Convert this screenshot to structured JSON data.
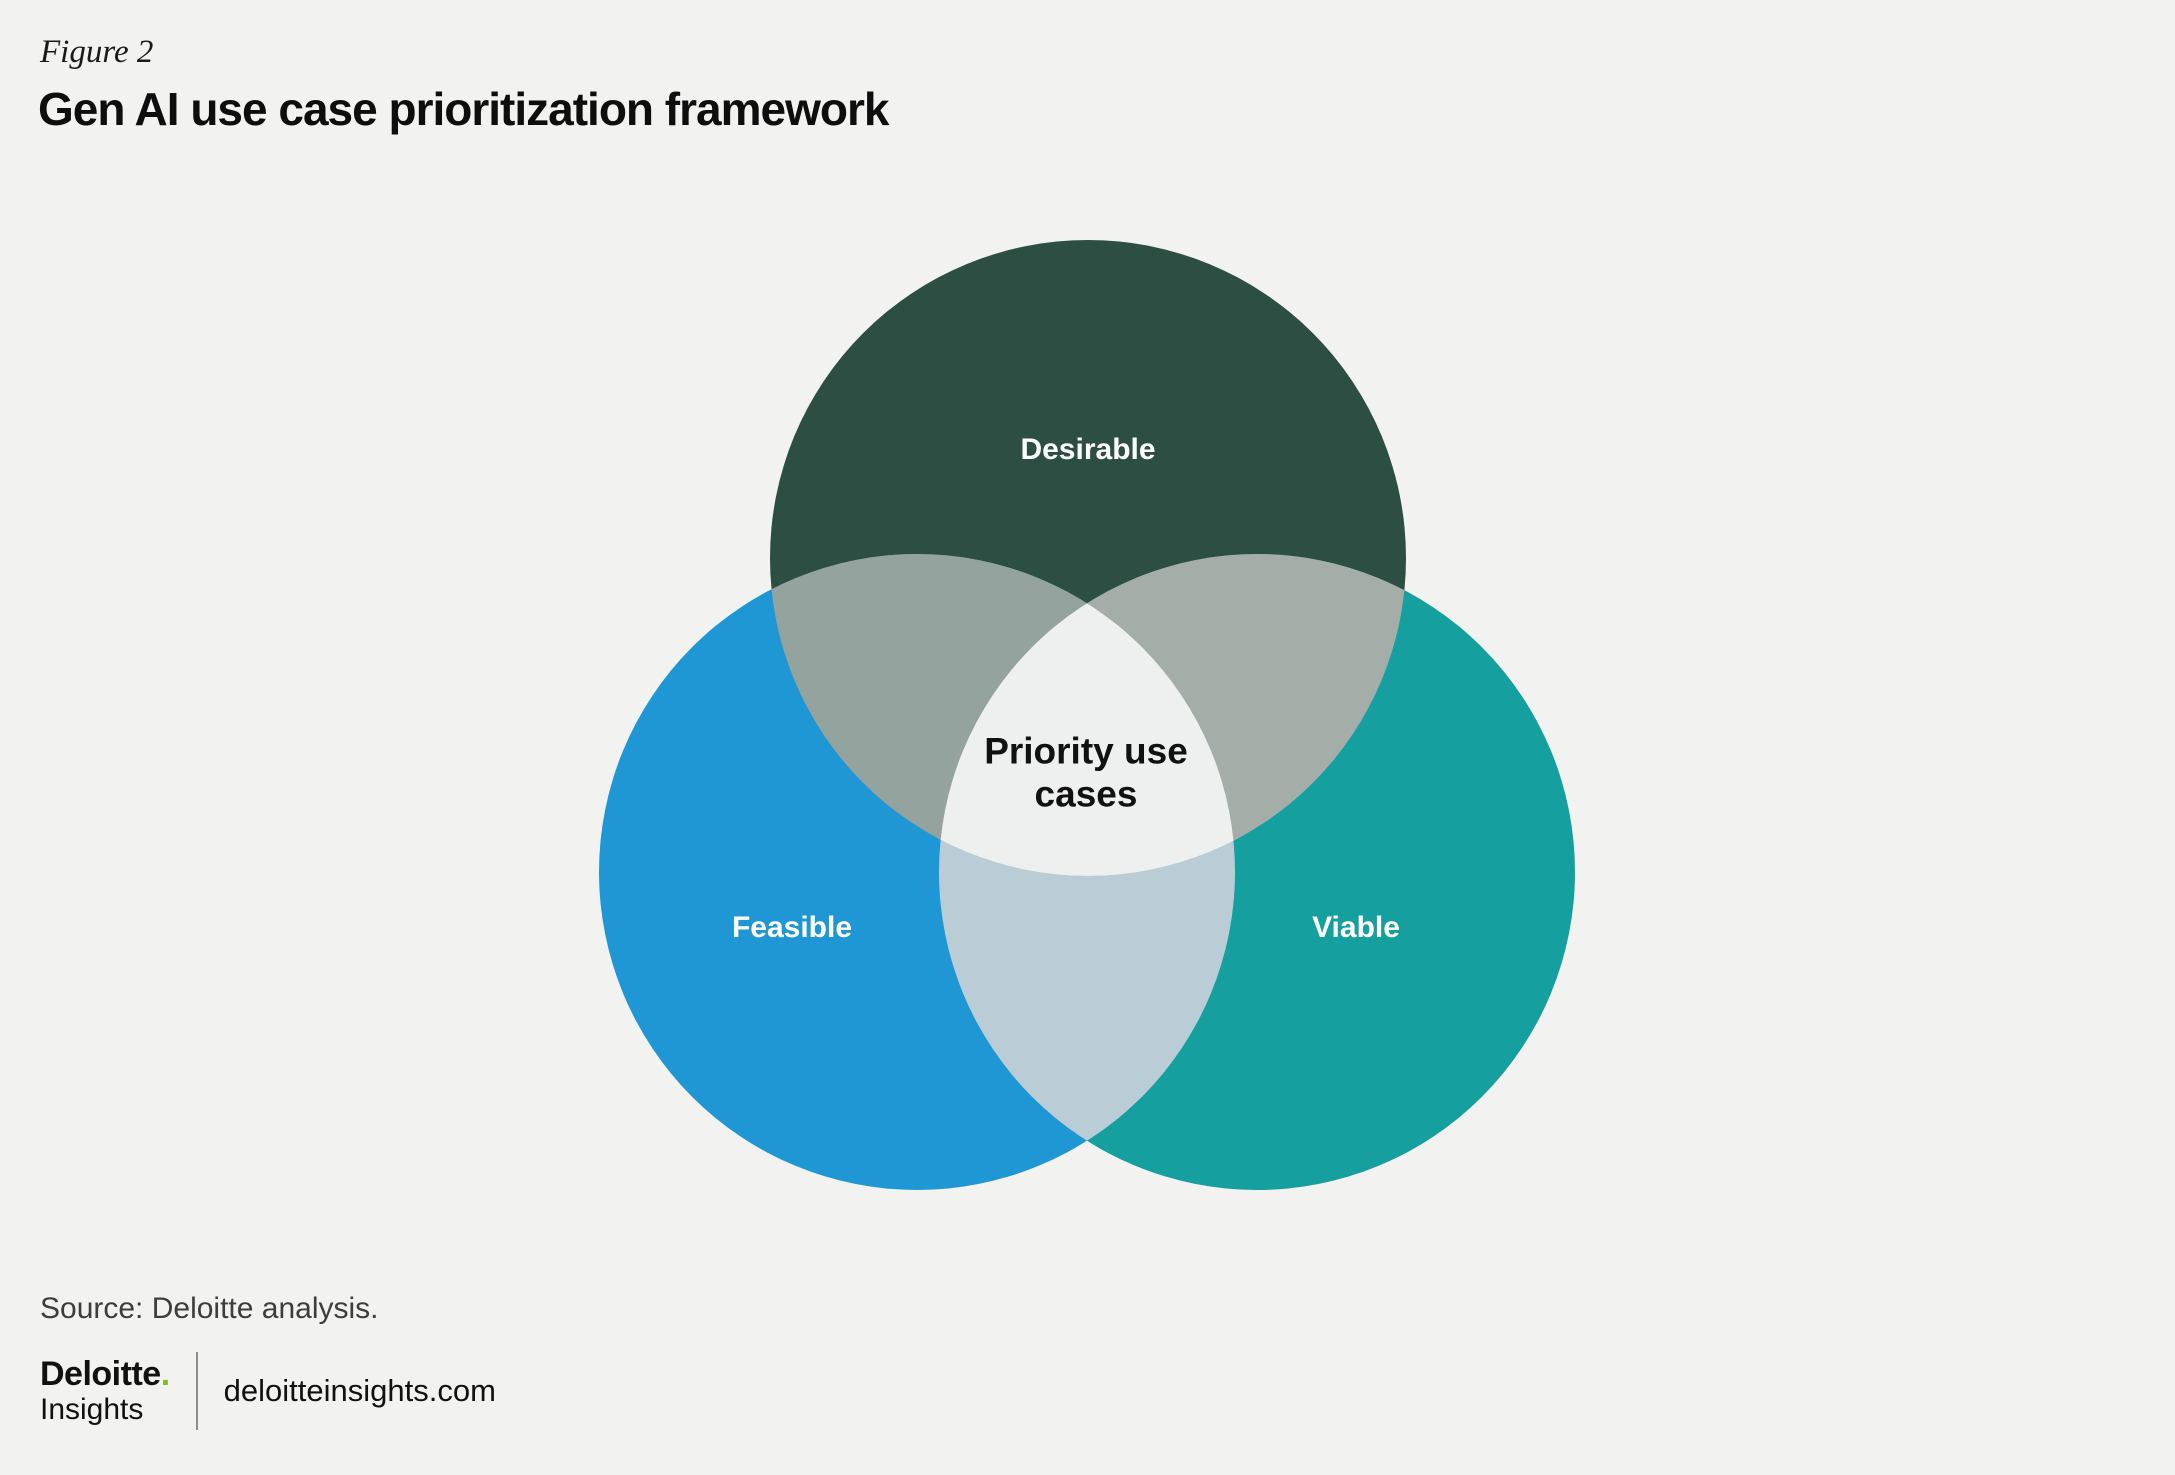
{
  "figure_label": "Figure 2",
  "title": "Gen AI use case prioritization framework",
  "venn": {
    "center_label": "Priority use cases",
    "circles": [
      {
        "label": "Desirable"
      },
      {
        "label": "Feasible"
      },
      {
        "label": "Viable"
      }
    ]
  },
  "source_note": "Source: Deloitte analysis.",
  "footer": {
    "logo_name": "Deloitte",
    "logo_dot": ".",
    "logo_sub": "Insights",
    "website": "deloitteinsights.com"
  },
  "colors": {
    "background": "#f2f2f0",
    "title-text": "#0e0e0e",
    "figure-label-text": "#1a1a1a",
    "source-text": "#3d3d3d",
    "footer-text": "#111111",
    "deloitte-green": "#86bc25",
    "divider": "#8f8f8f",
    "circle-desirable": "#2d4e42",
    "circle-feasible": "#2097d5",
    "circle-viable": "#169f9f",
    "overlap-desirable-feasible": "#95a39e",
    "overlap-desirable-viable": "#a4ada8",
    "overlap-feasible-viable": "#bacdd7",
    "overlap-center": "#eef0ef",
    "circle-label-text": "#ffffff",
    "center-label-text": "#111111"
  }
}
